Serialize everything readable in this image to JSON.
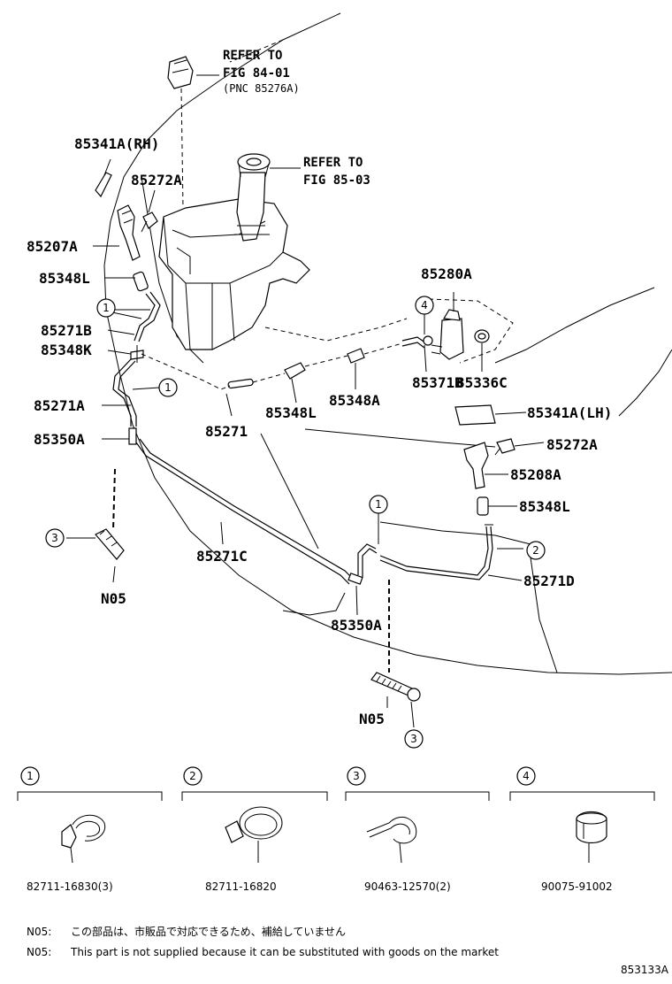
{
  "callouts": {
    "refer_84": [
      "REFER TO",
      "FIG 84-01",
      "(PNC 85276A)"
    ],
    "refer_85": [
      "REFER TO",
      "FIG 85-03"
    ]
  },
  "part_labels": {
    "p85341A_RH": "85341A(RH)",
    "p85272A_top": "85272A",
    "p85207A": "85207A",
    "p85348L_left": "85348L",
    "p85271B": "85271B",
    "p85348K": "85348K",
    "p85271A": "85271A",
    "p85350A_left": "85350A",
    "p85280A": "85280A",
    "p85371B": "85371B",
    "p85336C": "85336C",
    "p85348A": "85348A",
    "p85271": "85271",
    "p85348L_mid": "85348L",
    "p85341A_LH": "85341A(LH)",
    "p85272A_right": "85272A",
    "p85208A": "85208A",
    "p85348L_right": "85348L",
    "p85271C": "85271C",
    "p85271D": "85271D",
    "p85350A_bottom": "85350A",
    "n05_left": "N05",
    "n05_bottom": "N05"
  },
  "circle_markers": {
    "c1_a": "1",
    "c1_b": "1",
    "c1_c": "1",
    "c2": "2",
    "c3_a": "3",
    "c3_b": "3",
    "c4": "4"
  },
  "legend": [
    {
      "marker": "1",
      "code": "82711-16830(3)"
    },
    {
      "marker": "2",
      "code": "82711-16820"
    },
    {
      "marker": "3",
      "code": "90463-12570(2)"
    },
    {
      "marker": "4",
      "code": "90075-91002"
    }
  ],
  "notes": [
    {
      "prefix": "N05:",
      "text": "この部品は、市販品で対応できるため、補給していません"
    },
    {
      "prefix": "N05:",
      "text": "This part is not supplied because it can be substituted with goods on the market"
    }
  ],
  "figure_id": "853133A"
}
